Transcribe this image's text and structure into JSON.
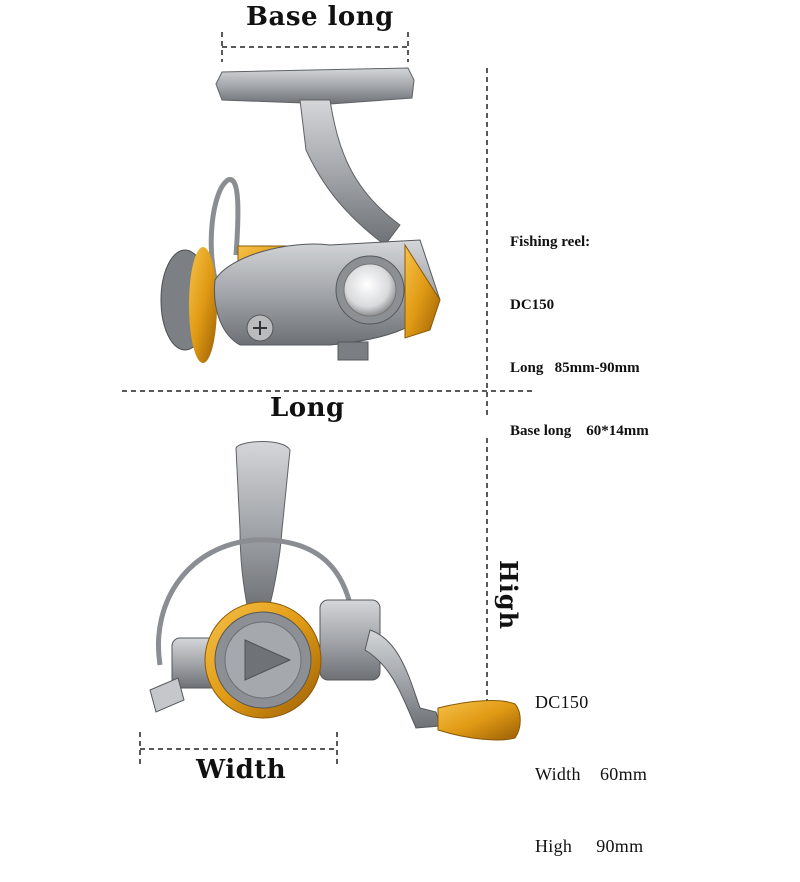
{
  "labels": {
    "base_long": "Base long",
    "long": "Long",
    "width": "Width",
    "high": "High"
  },
  "spec_top": {
    "title": "Fishing reel:",
    "model": "DC150",
    "long": "Long   85mm-90mm",
    "base_long": "Base long    60*14mm"
  },
  "spec_bottom": {
    "model": "DC150",
    "width": "Width    60mm",
    "high": "High     90mm"
  },
  "colors": {
    "silver": "#a9abae",
    "dark_silver": "#6e7074",
    "gold": "#e3a21f",
    "orange": "#f0a020"
  }
}
